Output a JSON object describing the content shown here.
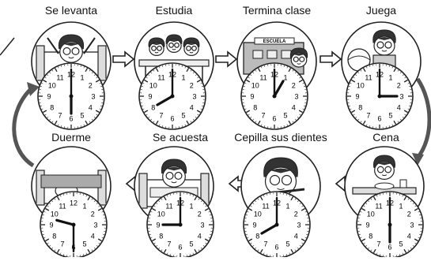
{
  "activities": [
    {
      "label": "Se levanta",
      "scene": "kid-in-bed-stretching",
      "clock": {
        "hour": 6,
        "minute": 0
      }
    },
    {
      "label": "Estudia",
      "scene": "kids-at-school-desks",
      "clock": {
        "hour": 8,
        "minute": 0
      }
    },
    {
      "label": "Termina clase",
      "scene": "school-building",
      "clock": {
        "hour": 1,
        "minute": 0
      }
    },
    {
      "label": "Juega",
      "scene": "kid-with-ball",
      "clock": {
        "hour": 3,
        "minute": 0
      }
    },
    {
      "label": "Cena",
      "scene": "kid-eating-at-table",
      "clock": {
        "hour": 6,
        "minute": 0
      }
    },
    {
      "label": "Cepilla sus dientes",
      "scene": "kid-brushing-teeth",
      "clock": {
        "hour": 8,
        "minute": 0
      }
    },
    {
      "label": "Se acuesta",
      "scene": "kid-getting-into-bed",
      "clock": {
        "hour": 9,
        "minute": 0
      }
    },
    {
      "label": "Duerme",
      "scene": "kid-sleeping-in-bed",
      "clock": {
        "hour": 9,
        "minute": 30
      }
    }
  ],
  "clock_numerals": [
    "12",
    "1",
    "2",
    "3",
    "4",
    "5",
    "6",
    "7",
    "8",
    "9",
    "10",
    "11"
  ],
  "school_sign": "ESCUELA",
  "colors": {
    "line": "#222222",
    "arrow_fill": "#ffffff",
    "hand": "#111111",
    "scene_fill": "#ffffff",
    "grey": "#9a9a9a"
  }
}
